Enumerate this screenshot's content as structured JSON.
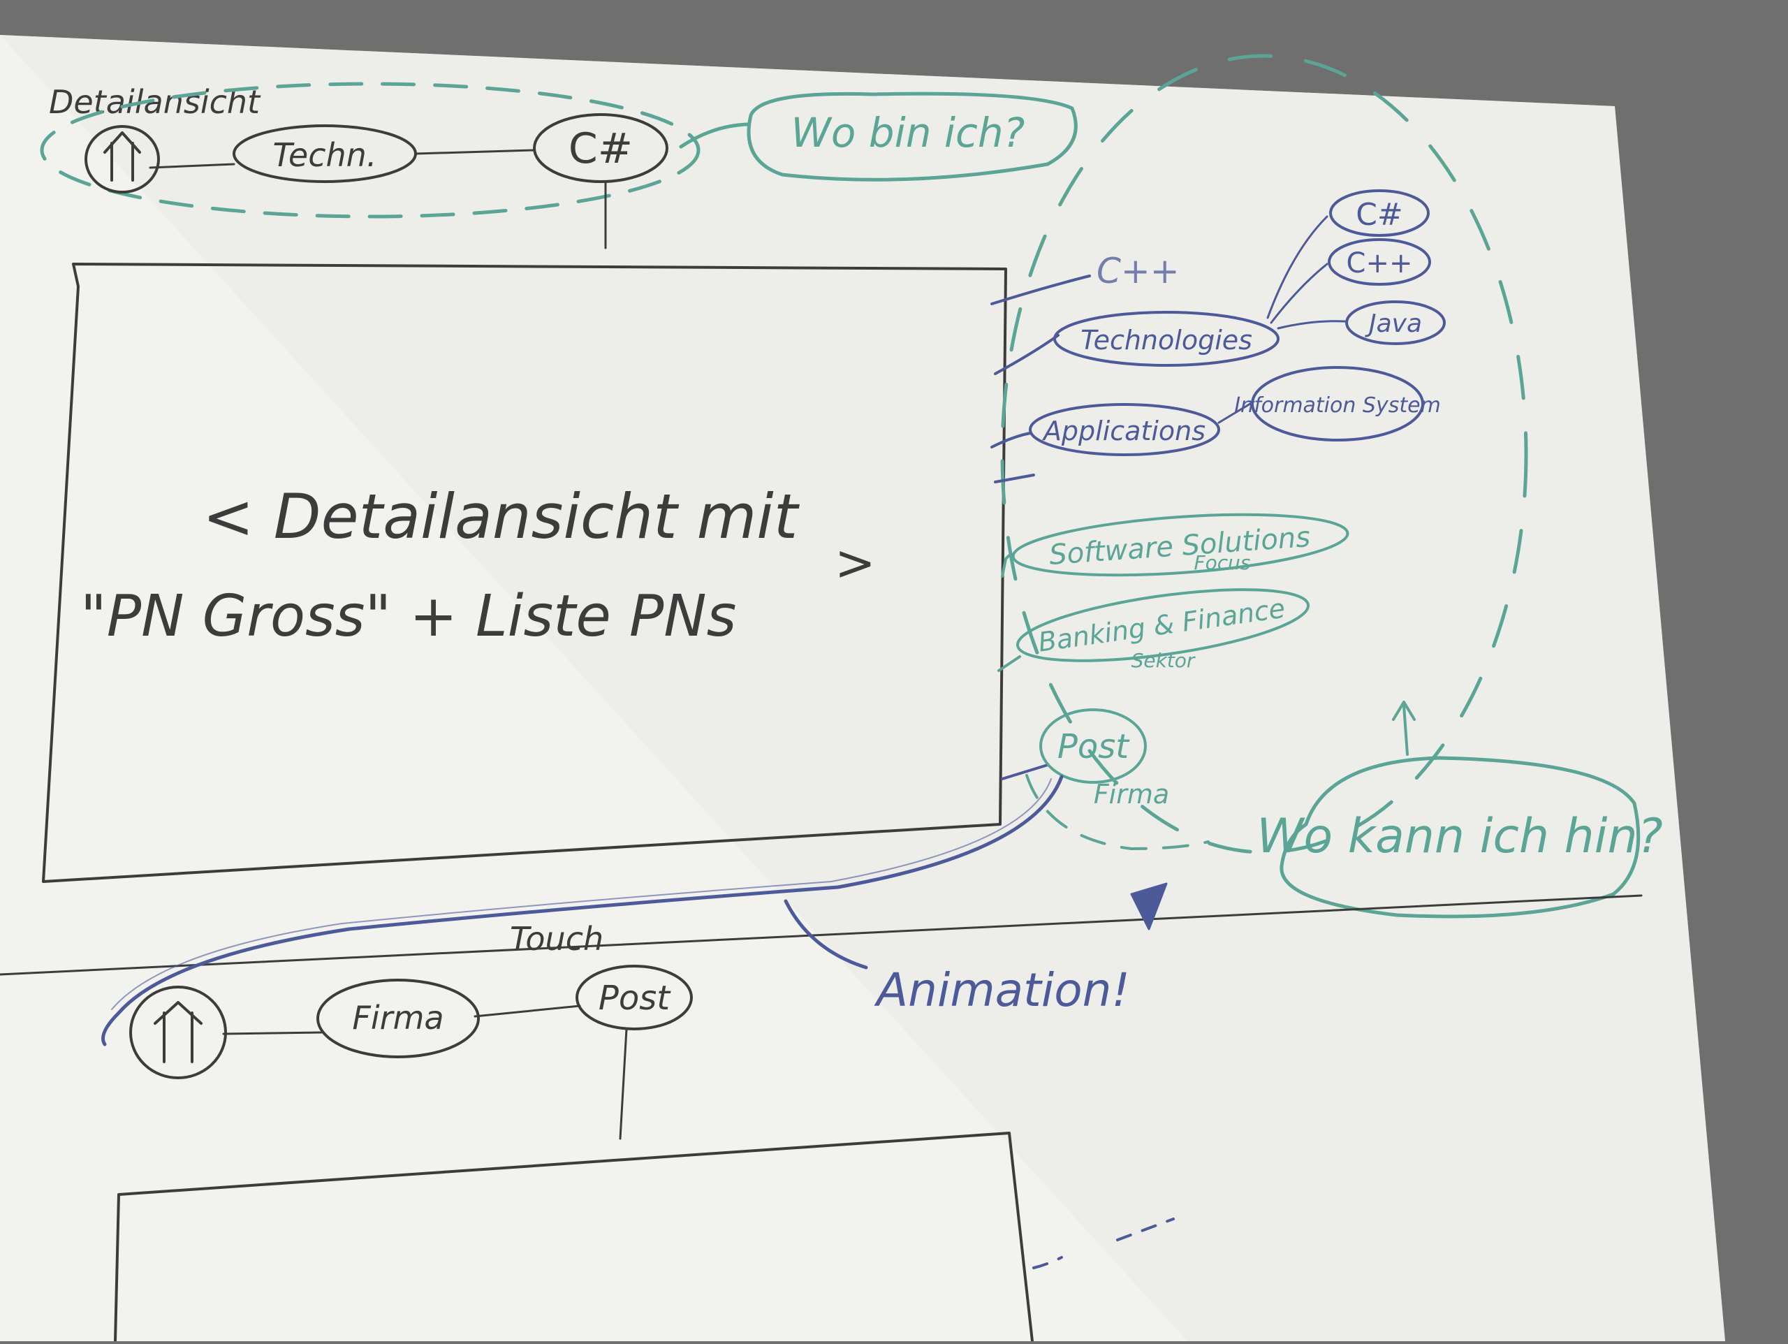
{
  "colors": {
    "desk": "#6e6f6e",
    "paper": "#f2f2ef",
    "pencil": "#3c3c3c",
    "blue_ink": "#4c5a9a",
    "teal_ink": "#5aa596"
  },
  "top_sketch": {
    "title": "Detailansicht",
    "breadcrumb": {
      "home_icon": "up-arrow-icon",
      "items": [
        "Techn.",
        "C#"
      ]
    },
    "question_bubble": "Wo bin ich?",
    "content_box": {
      "line1": "< Detailansicht mit",
      "line2": "\"PN Gross\" + Liste PNs",
      "line2_end": ">"
    }
  },
  "side_map": {
    "faint_label": "C++",
    "technologies": {
      "label": "Technologies",
      "children": [
        "C#",
        "C++",
        "Java"
      ]
    },
    "applications": {
      "label": "Applications",
      "children": [
        "Information System"
      ]
    },
    "green_nodes": [
      {
        "label": "Software Solutions",
        "sub": "Focus"
      },
      {
        "label": "Banking & Finance",
        "sub": "Sektor"
      }
    ],
    "post": {
      "label": "Post",
      "sub": "Firma"
    },
    "where_bubble": "Wo kann ich hin?"
  },
  "animation_note": "Animation!",
  "bottom_sketch": {
    "title": "Touch",
    "breadcrumb": {
      "home_icon": "up-arrow-icon",
      "items": [
        "Firma",
        "Post"
      ]
    }
  }
}
